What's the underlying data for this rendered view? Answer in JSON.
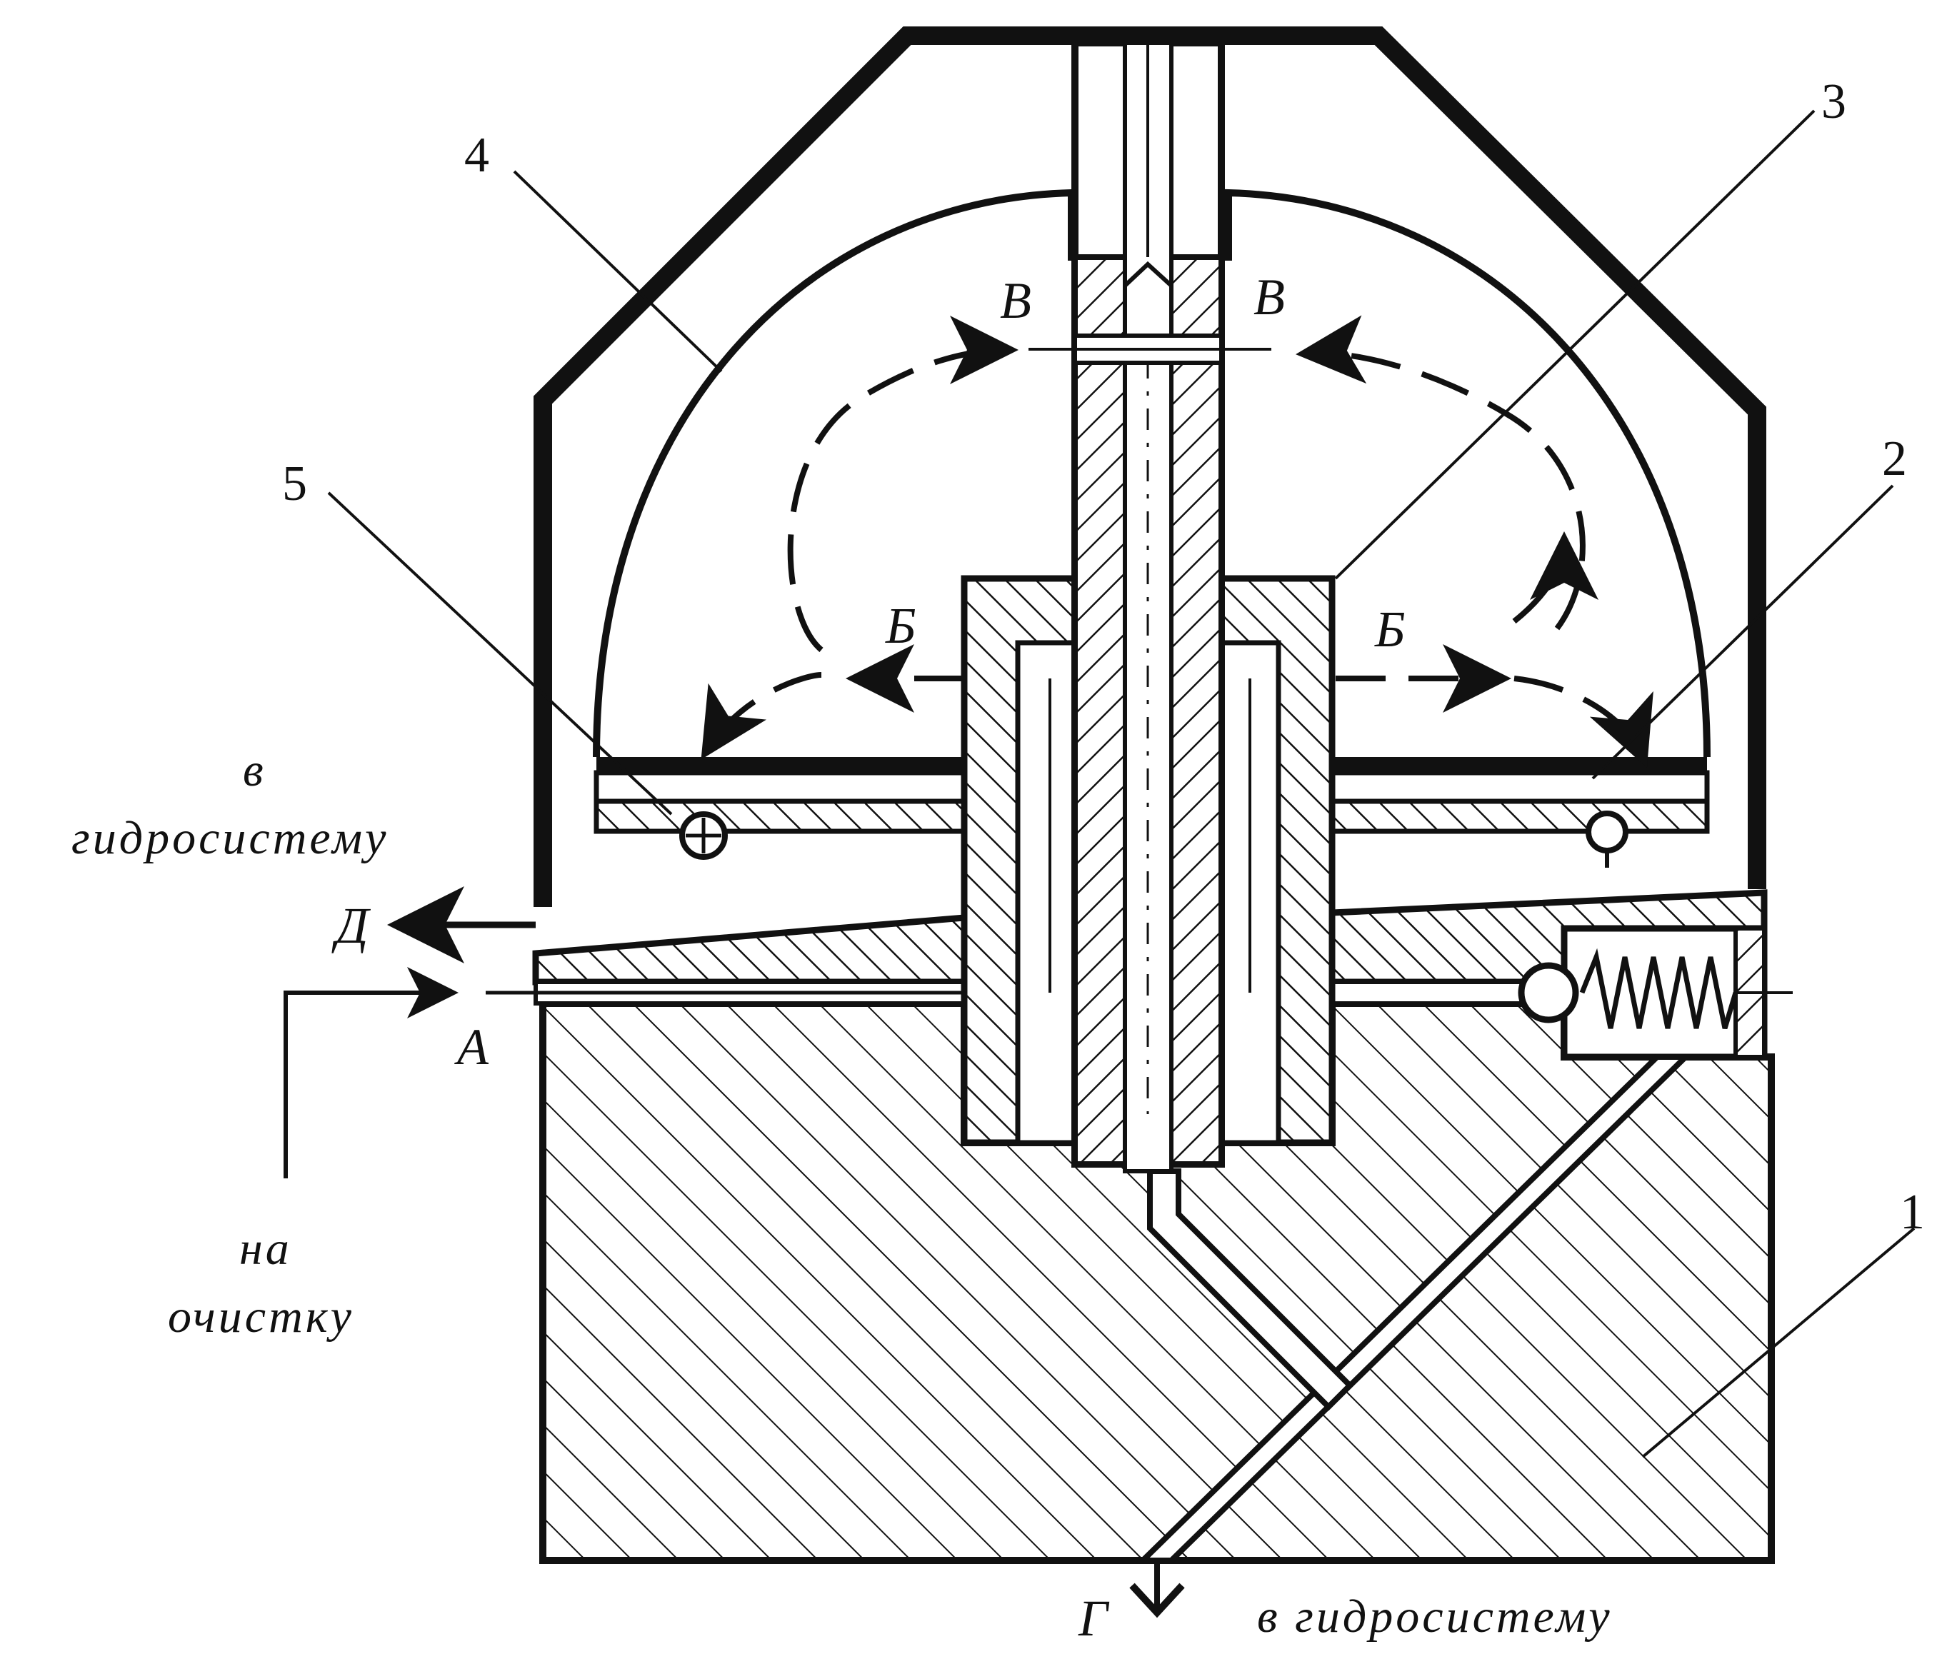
{
  "labels": {
    "part_1": "1",
    "part_2": "2",
    "part_3": "3",
    "part_4": "4",
    "part_5": "5",
    "flow_A": "А",
    "flow_B": "Б",
    "flow_V": "В",
    "flow_G": "Г",
    "flow_D": "Д",
    "to_hydro_left_1": "в",
    "to_hydro_left_2": "гидросистему",
    "to_cleaning_1": "на",
    "to_cleaning_2": "очистку",
    "to_hydro_bottom": "в гидросистему"
  },
  "colors": {
    "ink": "#111111",
    "paper": "#ffffff"
  }
}
